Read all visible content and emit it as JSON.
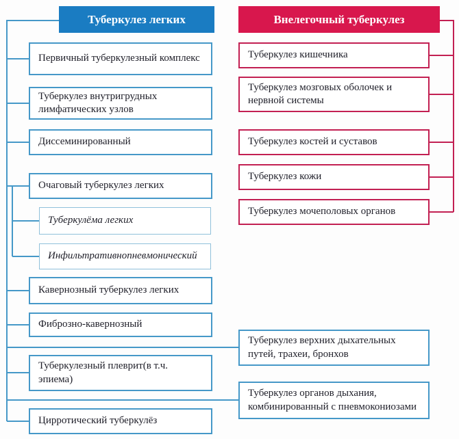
{
  "diagram": {
    "left": {
      "header": "Туберкулез легких",
      "items": [
        "Первичный туберкулезный комплекс",
        "Туберкулез внутригрудных лимфатических узлов",
        "Диссеминированный",
        "Очаговый туберкулез легких",
        "Туберкулёма легких",
        "Инфильтративнопневмонический",
        "Кавернозный туберкулез легких",
        "Фиброзно-кавернозный",
        "Туберкулезный плеврит(в т.ч. эпиема)",
        "Цирротический туберкулёз"
      ]
    },
    "right": {
      "header": "Внелегочный туберкулез",
      "items": [
        "Туберкулез кишечника",
        "Туберкулез мозговых оболочек и нервной системы",
        "Туберкулез костей и суставов",
        "Туберкулез кожи",
        "Туберкулез мочеполовых органов"
      ]
    },
    "bottom_right": {
      "items": [
        "Туберкулез верхних дыхательных путей, трахеи, бронхов",
        "Туберкулез органов дыхания, комбинированный с пневмокониозами"
      ]
    },
    "colors": {
      "blue_header_fill": "#1a7cc2",
      "blue_border": "#4598c8",
      "blue_sub_border": "#8fc0da",
      "red_header_fill": "#d8174d",
      "red_border": "#c21f52",
      "text": "#1e1e28"
    }
  }
}
